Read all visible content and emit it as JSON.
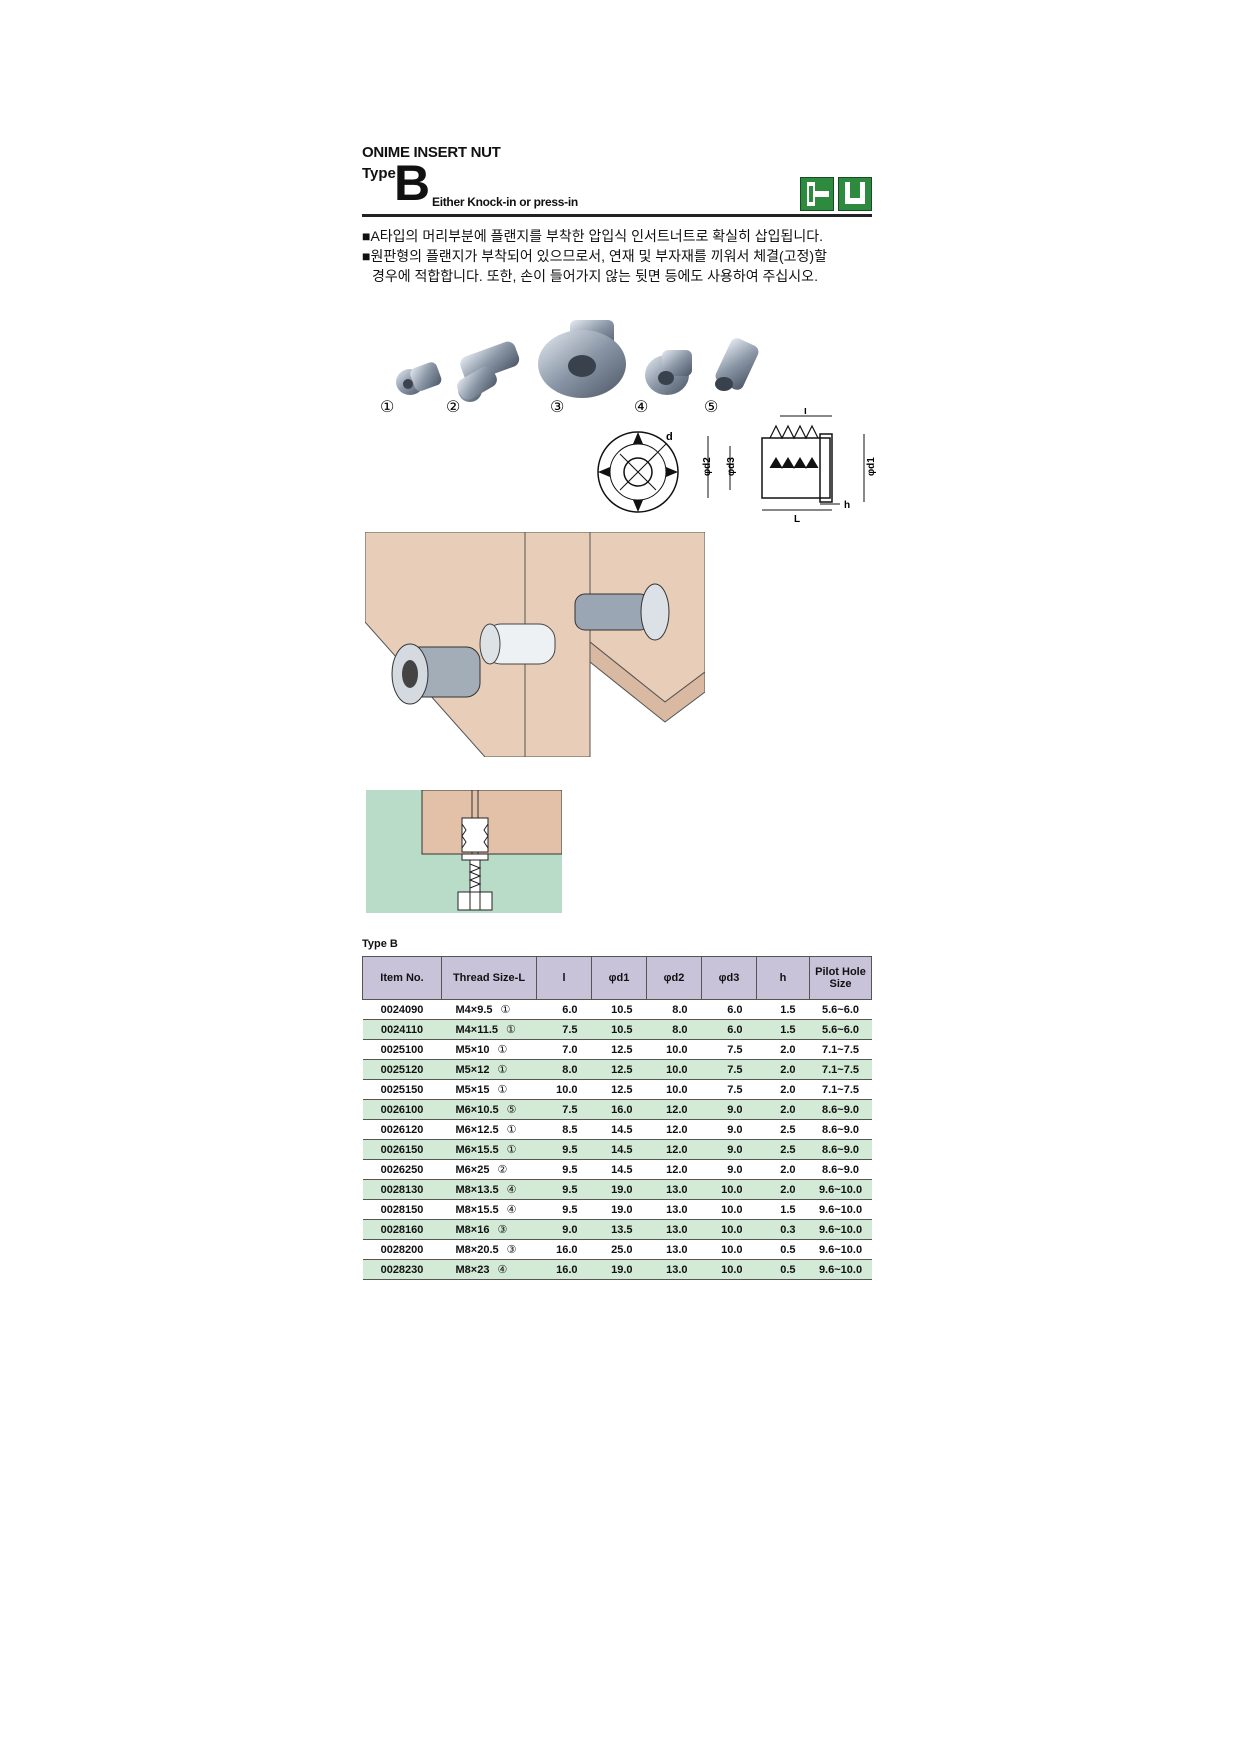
{
  "header": {
    "brand": "ONIME INSERT NUT",
    "type_word": "Type",
    "type_letter": "B",
    "subtitle": "Either Knock-in or press-in"
  },
  "description": [
    "■A타입의 머리부분에 플랜지를 부착한 압입식 인서트너트로 확실히 삽입됩니다.",
    "■원판형의 플랜지가 부착되어 있으므로서, 연재 및 부자재를 끼워서 체결(고정)할",
    "경우에 적합합니다. 또한, 손이 들어가지 않는 뒷면 등에도 사용하여 주십시오."
  ],
  "product_labels": [
    "①",
    "②",
    "③",
    "④",
    "⑤"
  ],
  "dimension_labels": {
    "d": "d",
    "l": "l",
    "L": "L",
    "h": "h",
    "d1": "φd1",
    "d2": "φd2",
    "d3": "φd3"
  },
  "colors": {
    "header_row": "#c9c3d9",
    "alt_row": "#d2ead6",
    "wood": "#e8cdb8",
    "panel_bg": "#b9dcc8",
    "icon": "#2d8a3e"
  },
  "table": {
    "caption": "Type B",
    "headers": [
      "Item No.",
      "Thread Size-L",
      "l",
      "φd1",
      "φd2",
      "φd3",
      "h",
      "Pilot Hole Size"
    ],
    "rows": [
      {
        "item": "0024090",
        "thread": "M4×9.5",
        "ref": "①",
        "l": "6.0",
        "d1": "10.5",
        "d2": "8.0",
        "d3": "6.0",
        "h": "1.5",
        "pilot": "5.6~6.0"
      },
      {
        "item": "0024110",
        "thread": "M4×11.5",
        "ref": "①",
        "l": "7.5",
        "d1": "10.5",
        "d2": "8.0",
        "d3": "6.0",
        "h": "1.5",
        "pilot": "5.6~6.0"
      },
      {
        "item": "0025100",
        "thread": "M5×10",
        "ref": "①",
        "l": "7.0",
        "d1": "12.5",
        "d2": "10.0",
        "d3": "7.5",
        "h": "2.0",
        "pilot": "7.1~7.5"
      },
      {
        "item": "0025120",
        "thread": "M5×12",
        "ref": "①",
        "l": "8.0",
        "d1": "12.5",
        "d2": "10.0",
        "d3": "7.5",
        "h": "2.0",
        "pilot": "7.1~7.5"
      },
      {
        "item": "0025150",
        "thread": "M5×15",
        "ref": "①",
        "l": "10.0",
        "d1": "12.5",
        "d2": "10.0",
        "d3": "7.5",
        "h": "2.0",
        "pilot": "7.1~7.5"
      },
      {
        "item": "0026100",
        "thread": "M6×10.5",
        "ref": "⑤",
        "l": "7.5",
        "d1": "16.0",
        "d2": "12.0",
        "d3": "9.0",
        "h": "2.0",
        "pilot": "8.6~9.0"
      },
      {
        "item": "0026120",
        "thread": "M6×12.5",
        "ref": "①",
        "l": "8.5",
        "d1": "14.5",
        "d2": "12.0",
        "d3": "9.0",
        "h": "2.5",
        "pilot": "8.6~9.0"
      },
      {
        "item": "0026150",
        "thread": "M6×15.5",
        "ref": "①",
        "l": "9.5",
        "d1": "14.5",
        "d2": "12.0",
        "d3": "9.0",
        "h": "2.5",
        "pilot": "8.6~9.0"
      },
      {
        "item": "0026250",
        "thread": "M6×25",
        "ref": "②",
        "l": "9.5",
        "d1": "14.5",
        "d2": "12.0",
        "d3": "9.0",
        "h": "2.0",
        "pilot": "8.6~9.0"
      },
      {
        "item": "0028130",
        "thread": "M8×13.5",
        "ref": "④",
        "l": "9.5",
        "d1": "19.0",
        "d2": "13.0",
        "d3": "10.0",
        "h": "2.0",
        "pilot": "9.6~10.0"
      },
      {
        "item": "0028150",
        "thread": "M8×15.5",
        "ref": "④",
        "l": "9.5",
        "d1": "19.0",
        "d2": "13.0",
        "d3": "10.0",
        "h": "1.5",
        "pilot": "9.6~10.0"
      },
      {
        "item": "0028160",
        "thread": "M8×16",
        "ref": "③",
        "l": "9.0",
        "d1": "13.5",
        "d2": "13.0",
        "d3": "10.0",
        "h": "0.3",
        "pilot": "9.6~10.0"
      },
      {
        "item": "0028200",
        "thread": "M8×20.5",
        "ref": "③",
        "l": "16.0",
        "d1": "25.0",
        "d2": "13.0",
        "d3": "10.0",
        "h": "0.5",
        "pilot": "9.6~10.0"
      },
      {
        "item": "0028230",
        "thread": "M8×23",
        "ref": "④",
        "l": "16.0",
        "d1": "19.0",
        "d2": "13.0",
        "d3": "10.0",
        "h": "0.5",
        "pilot": "9.6~10.0"
      }
    ]
  }
}
